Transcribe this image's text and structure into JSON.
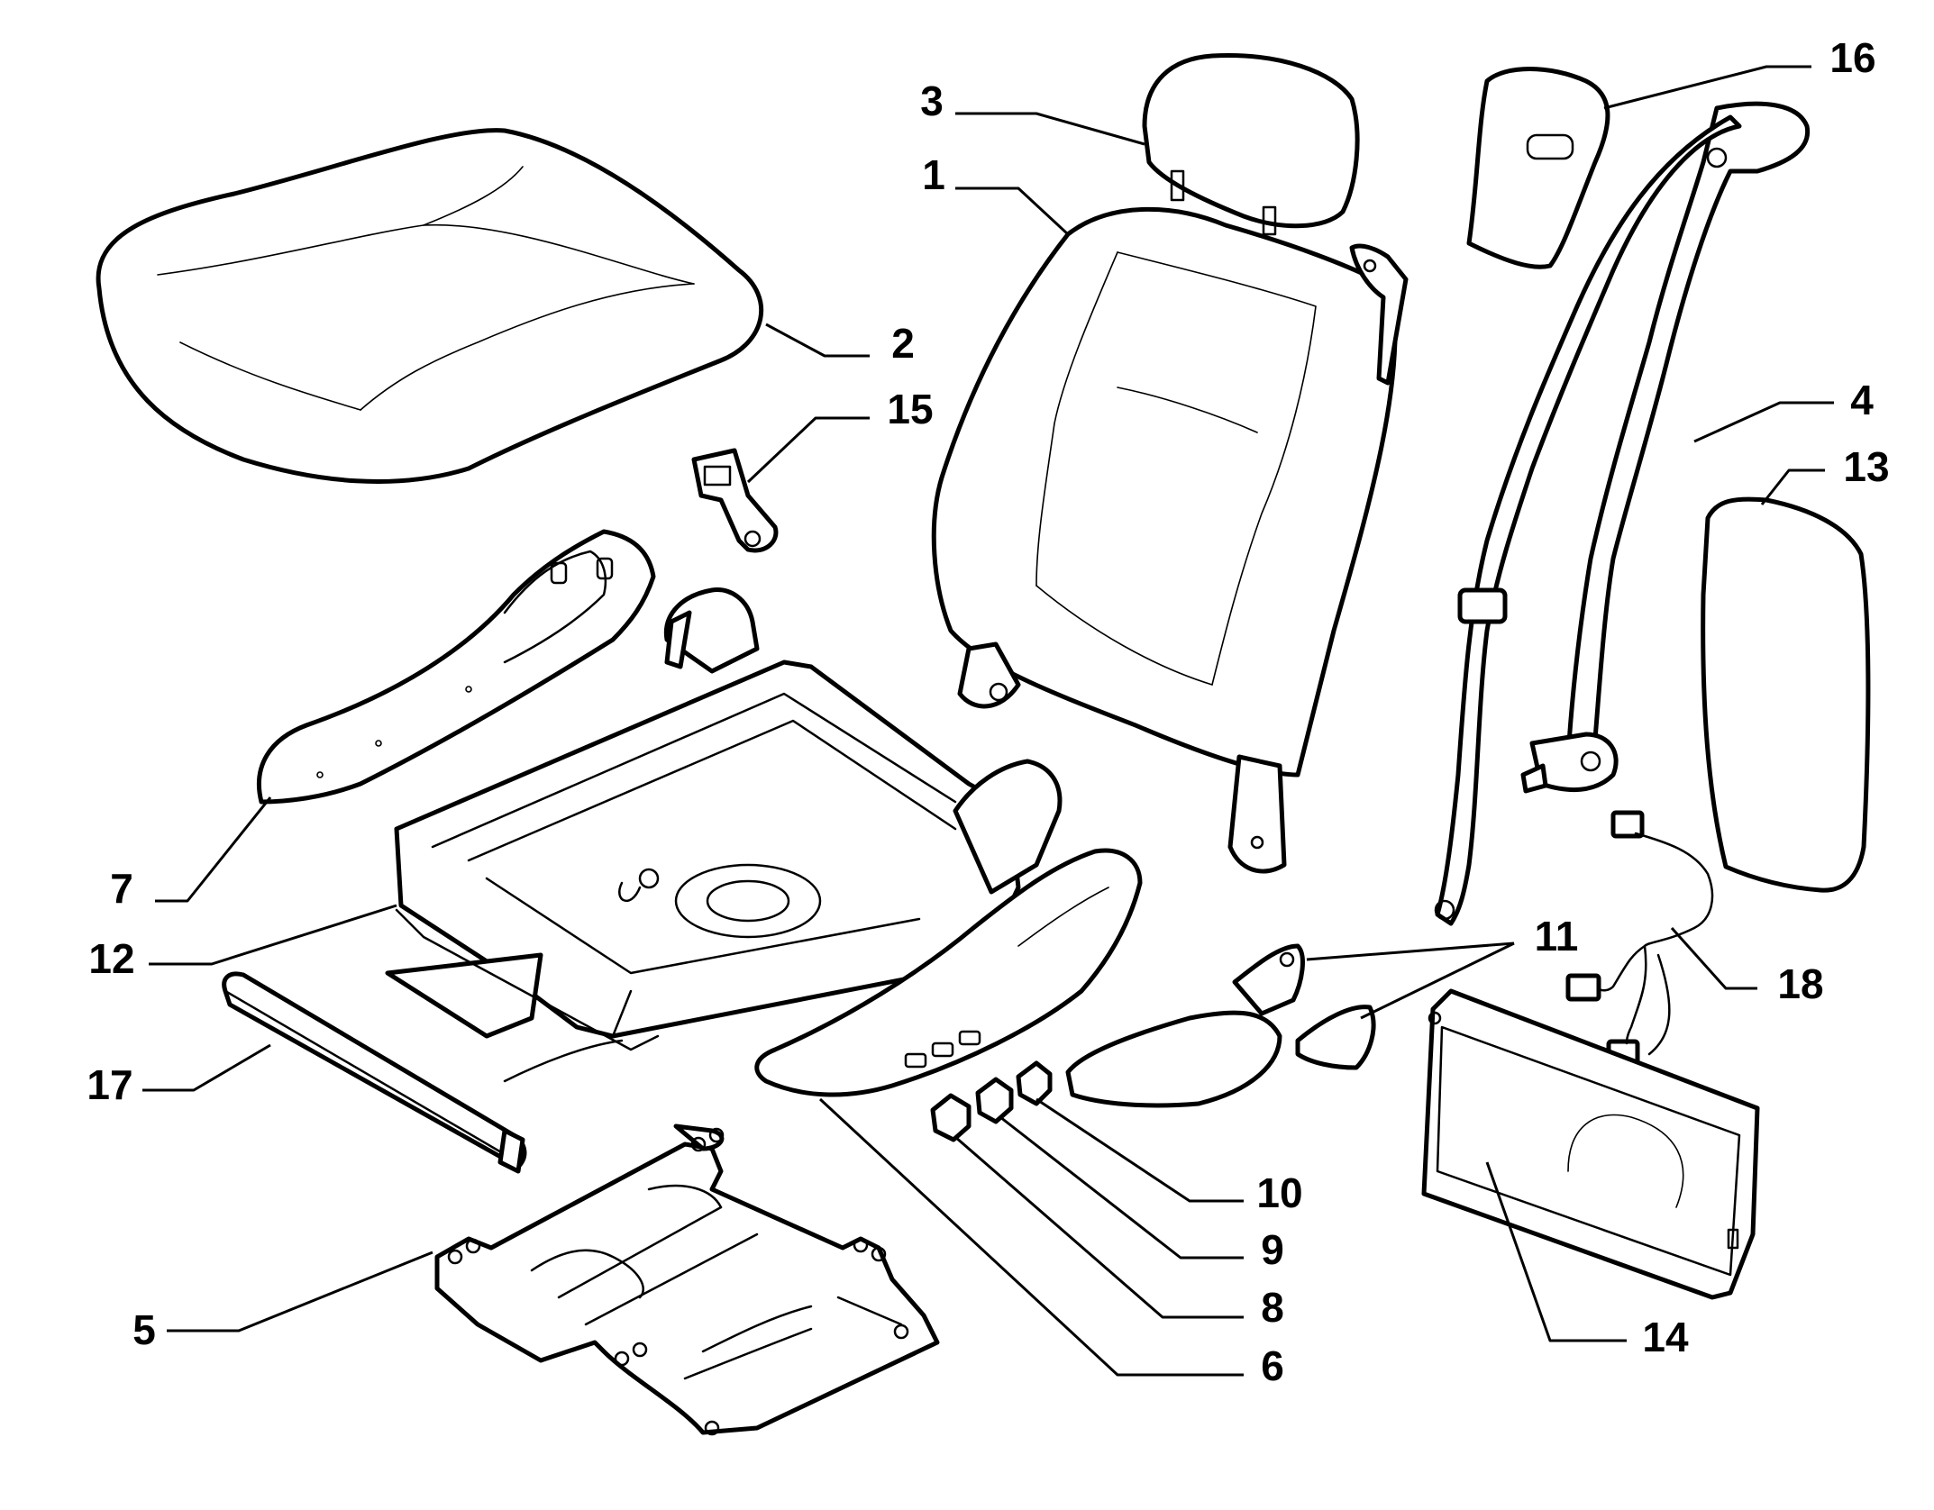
{
  "callouts": [
    {
      "id": "1",
      "label": "1"
    },
    {
      "id": "2",
      "label": "2"
    },
    {
      "id": "3",
      "label": "3"
    },
    {
      "id": "4",
      "label": "4"
    },
    {
      "id": "5",
      "label": "5"
    },
    {
      "id": "6",
      "label": "6"
    },
    {
      "id": "7",
      "label": "7"
    },
    {
      "id": "8",
      "label": "8"
    },
    {
      "id": "9",
      "label": "9"
    },
    {
      "id": "10",
      "label": "10"
    },
    {
      "id": "11",
      "label": "11"
    },
    {
      "id": "12",
      "label": "12"
    },
    {
      "id": "13",
      "label": "13"
    },
    {
      "id": "14",
      "label": "14"
    },
    {
      "id": "15",
      "label": "15"
    },
    {
      "id": "16",
      "label": "16"
    },
    {
      "id": "17",
      "label": "17"
    },
    {
      "id": "18",
      "label": "18"
    }
  ],
  "colors": {
    "line": "#000000",
    "background": "#ffffff"
  }
}
